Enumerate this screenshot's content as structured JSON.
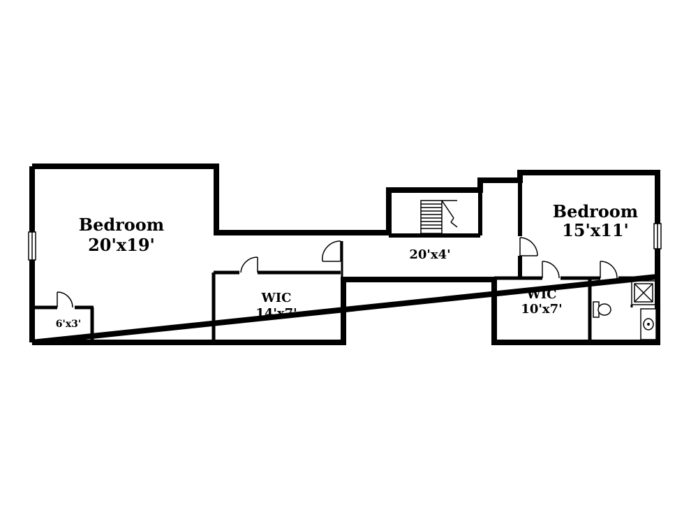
{
  "colors": {
    "wall": "#000000",
    "background": "#ffffff",
    "fixture": "#000000"
  },
  "rooms": {
    "bedroom_1": {
      "name": "Bedroom",
      "size": "20'x19'"
    },
    "closet_small": {
      "size": "6'x3'"
    },
    "wic_1": {
      "name": "WIC",
      "size": "14'x7'"
    },
    "hall": {
      "size": "20'x4'"
    },
    "bedroom_2": {
      "name": "Bedroom",
      "size": "15'x11'"
    },
    "wic_2": {
      "name": "WIC",
      "size": "10'x7'"
    }
  },
  "icons": [
    "stairs-icon",
    "door-icon",
    "window-icon",
    "shower-icon",
    "toilet-icon",
    "sink-icon"
  ]
}
